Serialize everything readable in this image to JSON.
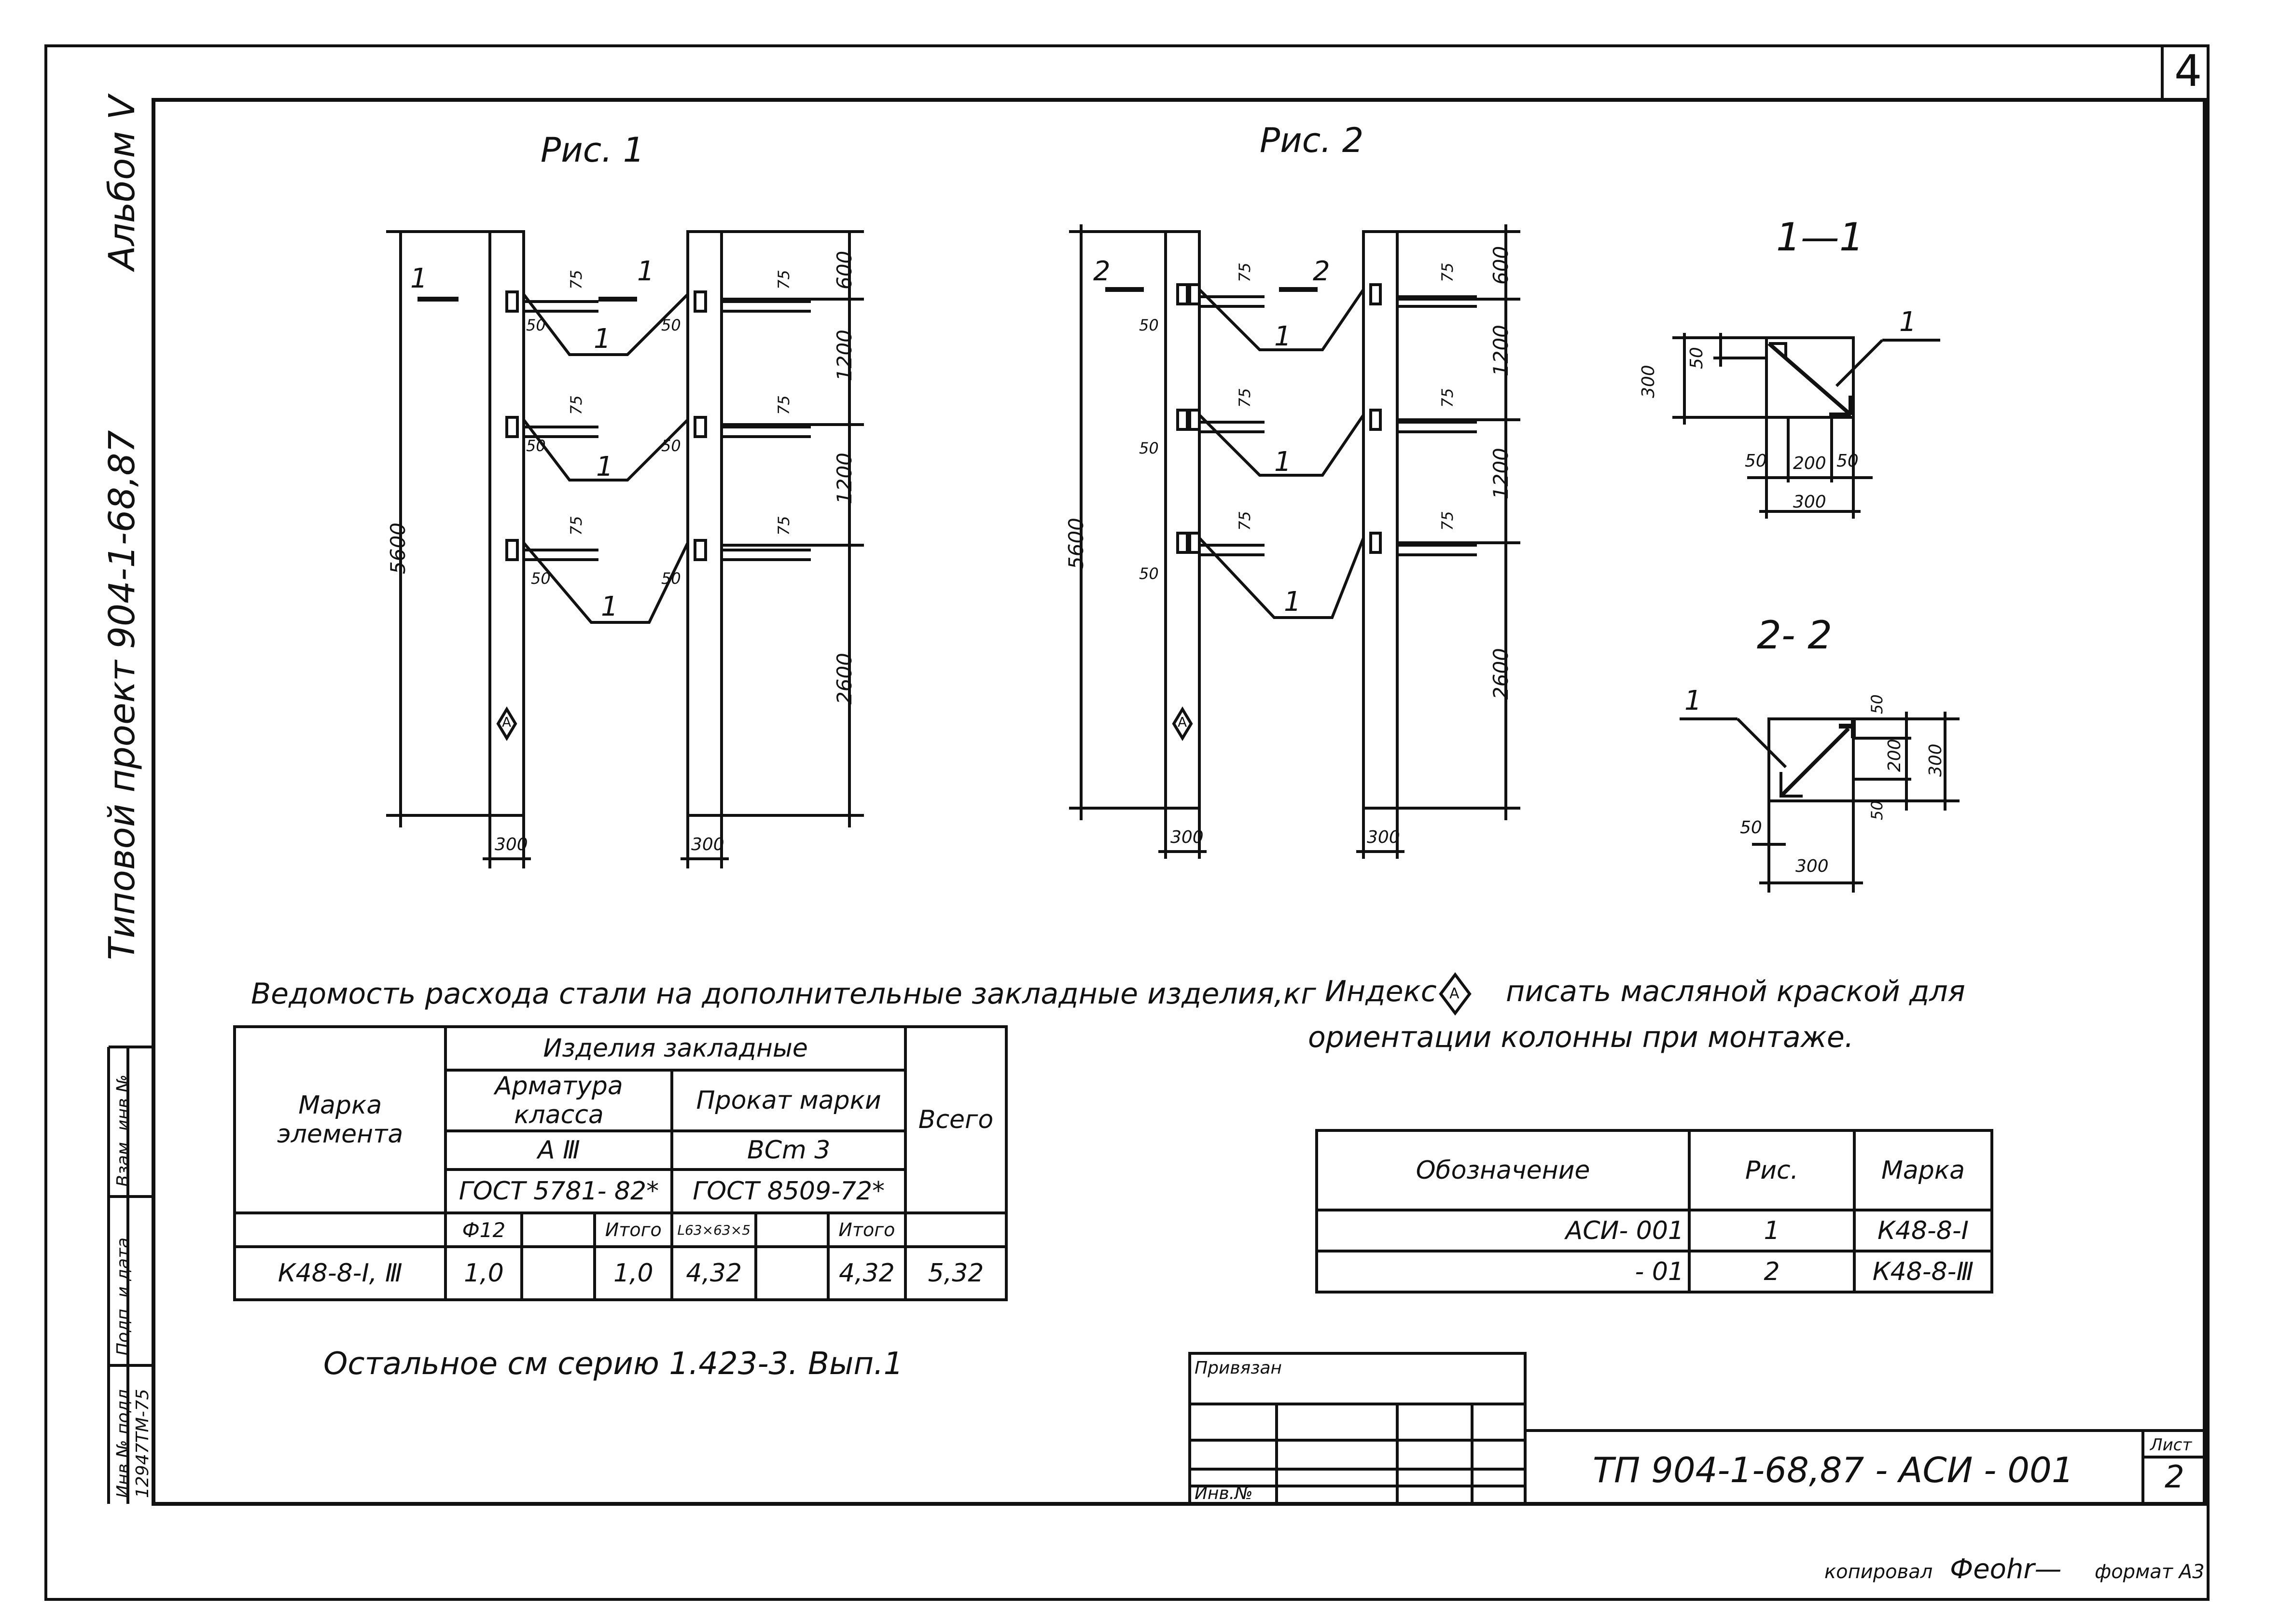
{
  "sheet": {
    "page_number": "4",
    "album": "Альбом V",
    "project": "Типовой проект 904-1-68,87",
    "footer_copied": "копировал",
    "footer_signature": "Фeohr—",
    "footer_format": "формат A3"
  },
  "left_strip": {
    "cells": [
      "Взам. инв.№",
      "Подп. и дата",
      "Инв.№ подл.",
      "12947ТМ-75"
    ]
  },
  "fig1": {
    "title": "Рис. 1",
    "dims": [
      "600",
      "1200",
      "1200",
      "2600",
      "5600",
      "300",
      "300",
      "75",
      "50"
    ],
    "section_mark": "1",
    "pos_label": "1",
    "index": "A"
  },
  "fig2": {
    "title": "Рис. 2",
    "dims": [
      "600",
      "1200",
      "1200",
      "2600",
      "5600",
      "300",
      "300",
      "75",
      "50"
    ],
    "section_mark": "2",
    "pos_label": "1",
    "index": "A"
  },
  "section11": {
    "title": "1—1",
    "pos": "1",
    "dims": [
      "50",
      "300",
      "50",
      "200",
      "50",
      "300"
    ]
  },
  "section22": {
    "title": "2- 2",
    "pos": "1",
    "dims": [
      "50",
      "200",
      "300",
      "50",
      "50",
      "300"
    ]
  },
  "steel_table": {
    "caption": "Ведомость расхода стали на дополнительные закладные изделия,кг",
    "h_mark": "Марка элемента",
    "h_items": "Изделия закладные",
    "h_rebar": "Арматура класса",
    "h_rolled": "Прокат марки",
    "h_total": "Всего",
    "h_rebar_class": "A Ⅲ",
    "h_rolled_grade": "BCm 3",
    "h_gost1": "ГОСТ 5781- 82*",
    "h_gost2": "ГОСТ 8509-72*",
    "h_phi12": "Ф12",
    "h_itogo1": "Итого",
    "h_angle": "L63×63×5",
    "h_itogo2": "Итого",
    "row": {
      "mark": "К48-8-I, Ⅲ",
      "phi12": "1,0",
      "c2": "",
      "itogo1": "1,0",
      "angle": "4,32",
      "c5": "",
      "itogo2": "4,32",
      "total": "5,32"
    }
  },
  "note_index": {
    "before": "Индекс",
    "symbol": "A",
    "after": "писать масляной краской для",
    "line2": "ориентации колонны при монтаже."
  },
  "note_other": "Остальное см серию 1.423-3. Вып.1",
  "designation_table": {
    "h_designation": "Обозначение",
    "h_fig": "Рис.",
    "h_mark": "Марка",
    "rows": [
      {
        "designation": "АСИ- 001",
        "fig": "1",
        "mark": "К48-8-I"
      },
      {
        "designation": "- 01",
        "fig": "2",
        "mark": "К48-8-Ⅲ"
      }
    ]
  },
  "title_block": {
    "attached": "Привязан",
    "inv": "Инв.№",
    "code": "ТП 904-1-68,87 - АСИ - 001",
    "sheet_label": "Лист",
    "sheet_no": "2"
  }
}
